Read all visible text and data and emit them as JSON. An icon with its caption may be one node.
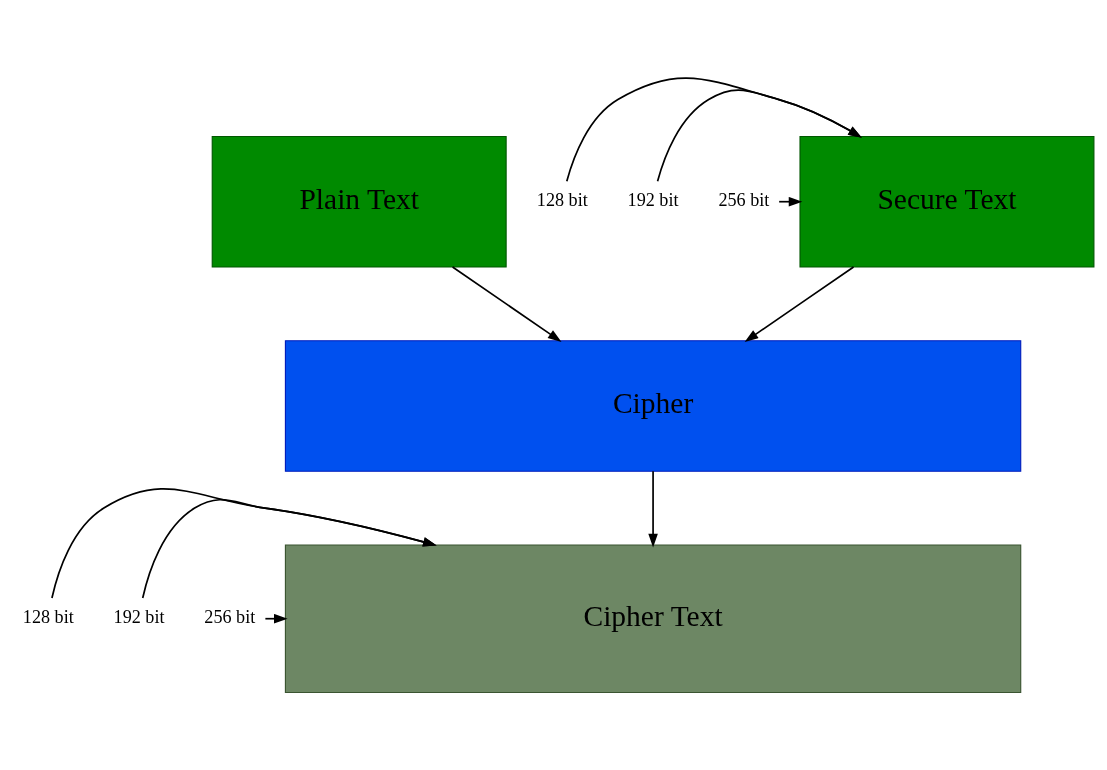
{
  "diagram": {
    "nodes": [
      {
        "text": [
          "Secure Text"
        ]
      },
      {
        "text": [
          "Plain Text"
        ]
      },
      {
        "text": [
          "Cipher"
        ]
      },
      {
        "text": [
          "Cipher Text"
        ]
      },
      {
        "text": [
          "128 bit"
        ]
      },
      {
        "text": [
          "192 bit"
        ]
      },
      {
        "text": [
          "256 bit"
        ]
      },
      {
        "text": [
          "128 bit"
        ]
      },
      {
        "text": [
          "192 bit"
        ]
      },
      {
        "text": [
          "256 bit"
        ]
      }
    ],
    "edges": [
      {
        "from": 4,
        "to": 0,
        "arrow": "to"
      },
      {
        "from": 5,
        "to": 0,
        "arrow": "to"
      },
      {
        "from": 6,
        "to": 0,
        "arrow": "to"
      },
      {
        "from": 0,
        "to": 2,
        "arrow": "to"
      },
      {
        "from": 1,
        "to": 2,
        "arrow": "to"
      },
      {
        "from": 2,
        "to": 3,
        "arrow": "to"
      },
      {
        "from": 7,
        "to": 3,
        "arrow": "to"
      },
      {
        "from": 8,
        "to": 3,
        "arrow": "to"
      },
      {
        "from": 9,
        "to": 3,
        "arrow": "to"
      }
    ]
  }
}
